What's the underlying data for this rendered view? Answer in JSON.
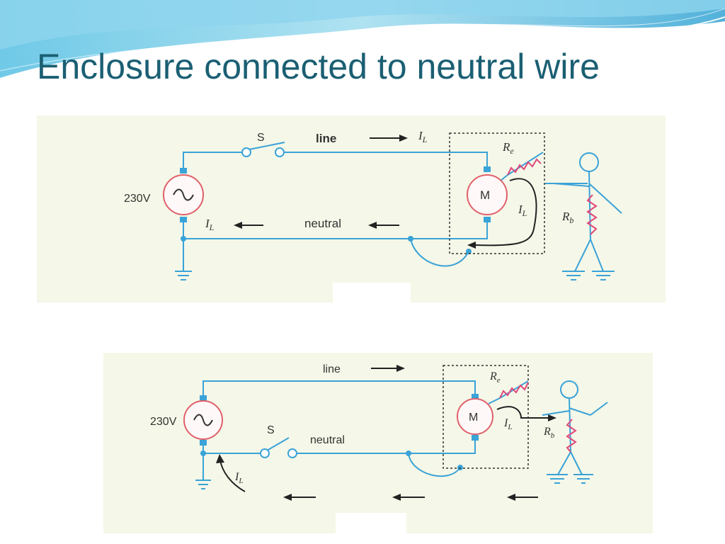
{
  "slide": {
    "title": "Enclosure connected to neutral wire"
  },
  "colors": {
    "title": "#1b5f73",
    "wire": "#3aa3d8",
    "panel_bg": "#f5f7e8",
    "source_circle": "#e0606a",
    "motor_circle": "#e0606a",
    "resistor": "#e0487a",
    "person": "#3aa3d8"
  },
  "diagram_top": {
    "switch_label": "S",
    "line_label": "line",
    "current_label": "I",
    "current_subscript": "L",
    "source_label": "230V",
    "neutral_label": "neutral",
    "motor_label": "M",
    "re_label": "R",
    "re_subscript": "e",
    "rb_label": "R",
    "rb_subscript": "b",
    "source_icon": "ac-tilde-icon"
  },
  "diagram_bottom": {
    "switch_label": "S",
    "line_label": "line",
    "current_label": "I",
    "current_subscript": "L",
    "source_label": "230V",
    "neutral_label": "neutral",
    "motor_label": "M",
    "re_label": "R",
    "re_subscript": "e",
    "rb_label": "R",
    "rb_subscript": "b",
    "source_icon": "ac-tilde-icon"
  }
}
